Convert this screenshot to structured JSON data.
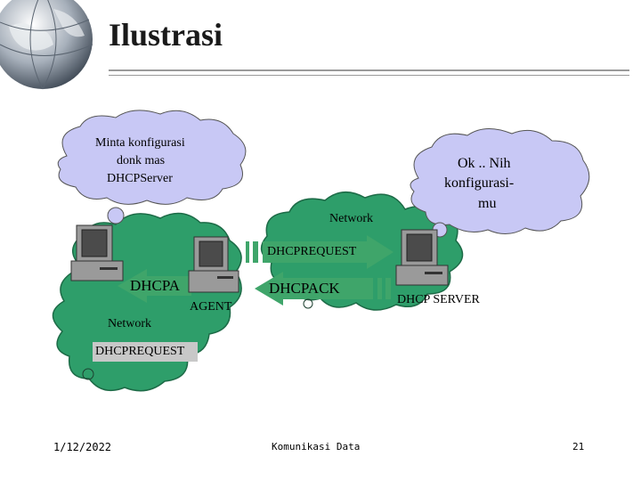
{
  "slide": {
    "title": "Ilustrasi",
    "footer": {
      "date": "1/12/2022",
      "center": "Komunikasi Data",
      "page": "21"
    }
  },
  "diagram": {
    "bubble_client": [
      "Minta konfigurasi",
      "donk mas",
      "DHCPServer"
    ],
    "bubble_server": [
      "Ok .. Nih",
      "konfigurasi-",
      "mu"
    ],
    "network_top_label": "Network",
    "network_bottom_label": "Network",
    "arrow_request_top": "DHCPREQUEST",
    "arrow_ack": "DHCPACK",
    "arrow_left_label": "DHCPA",
    "agent_label": "AGENT",
    "server_label": "DHCP SERVER",
    "request_bottom": "DHCPREQUEST"
  },
  "colors": {
    "bubble": "#c8c8f5",
    "cloud": "#2e9e6a",
    "arrow": "#3fa56a",
    "computer_body": "#9a9a9a"
  }
}
